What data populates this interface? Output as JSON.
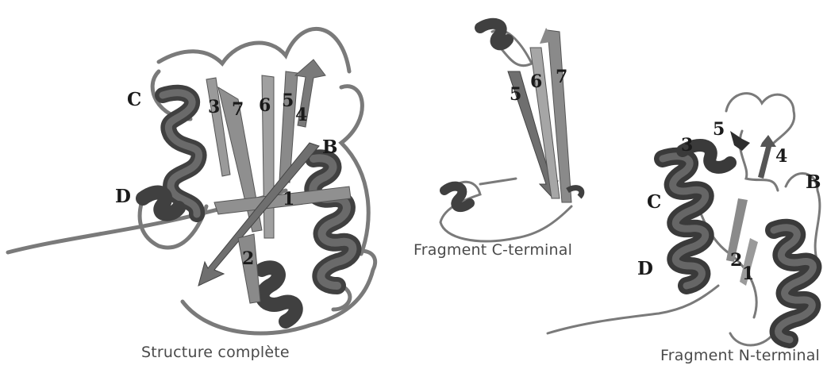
{
  "panels": {
    "full": {
      "caption": "Structure complète",
      "labels": {
        "helix_c": "C",
        "helix_d": "D",
        "helix_b": "B",
        "strand_1": "1",
        "strand_2": "2",
        "strand_3": "3",
        "strand_4": "4",
        "strand_5": "5",
        "strand_6": "6",
        "strand_7": "7"
      }
    },
    "c_terminal": {
      "caption": "Fragment C-terminal",
      "labels": {
        "strand_5": "5",
        "strand_6": "6",
        "strand_7": "7"
      }
    },
    "n_terminal": {
      "caption": "Fragment N-terminal",
      "labels": {
        "helix_c": "C",
        "helix_d": "D",
        "helix_b": "B",
        "strand_1": "1",
        "strand_2": "2",
        "strand_3": "3",
        "strand_4": "4",
        "strand_5": "5"
      }
    }
  },
  "colors": {
    "helix": "#5c5c5c",
    "helix_dark": "#3e3e3e",
    "strand": "#8a8a8a",
    "strand_light": "#b8b8b8",
    "coil": "#7a7a7a",
    "caption": "#4a4a4a"
  }
}
